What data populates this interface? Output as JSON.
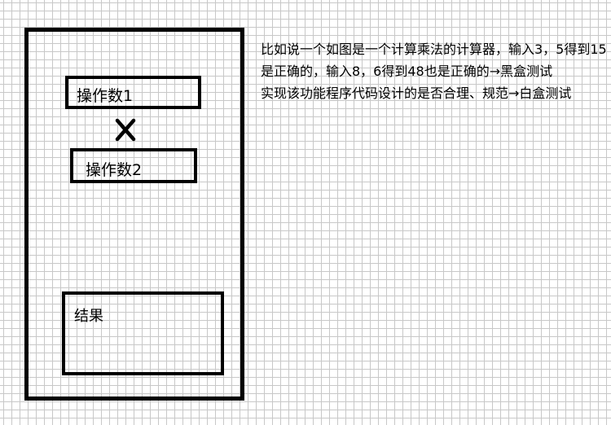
{
  "diagram": {
    "operand1_label": "操作数1",
    "operator_icon": "multiply-icon",
    "operand2_label": "操作数2",
    "result_label": "结果"
  },
  "explanation": {
    "black_box": "比如说一个如图是一个计算乘法的计算器，输入3，5得到15是正确的，输入8，6得到48也是正确的→黑盒测试",
    "white_box": "实现该功能程序代码设计的是否合理、规范→白盒测试"
  }
}
